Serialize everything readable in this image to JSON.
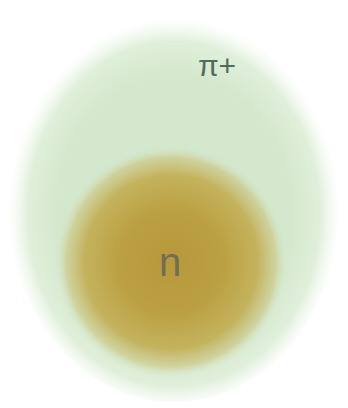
{
  "diagram": {
    "nodes": [
      {
        "text": [
          "π+"
        ]
      },
      {
        "text": [
          "n"
        ],
        "in": 0
      }
    ]
  }
}
